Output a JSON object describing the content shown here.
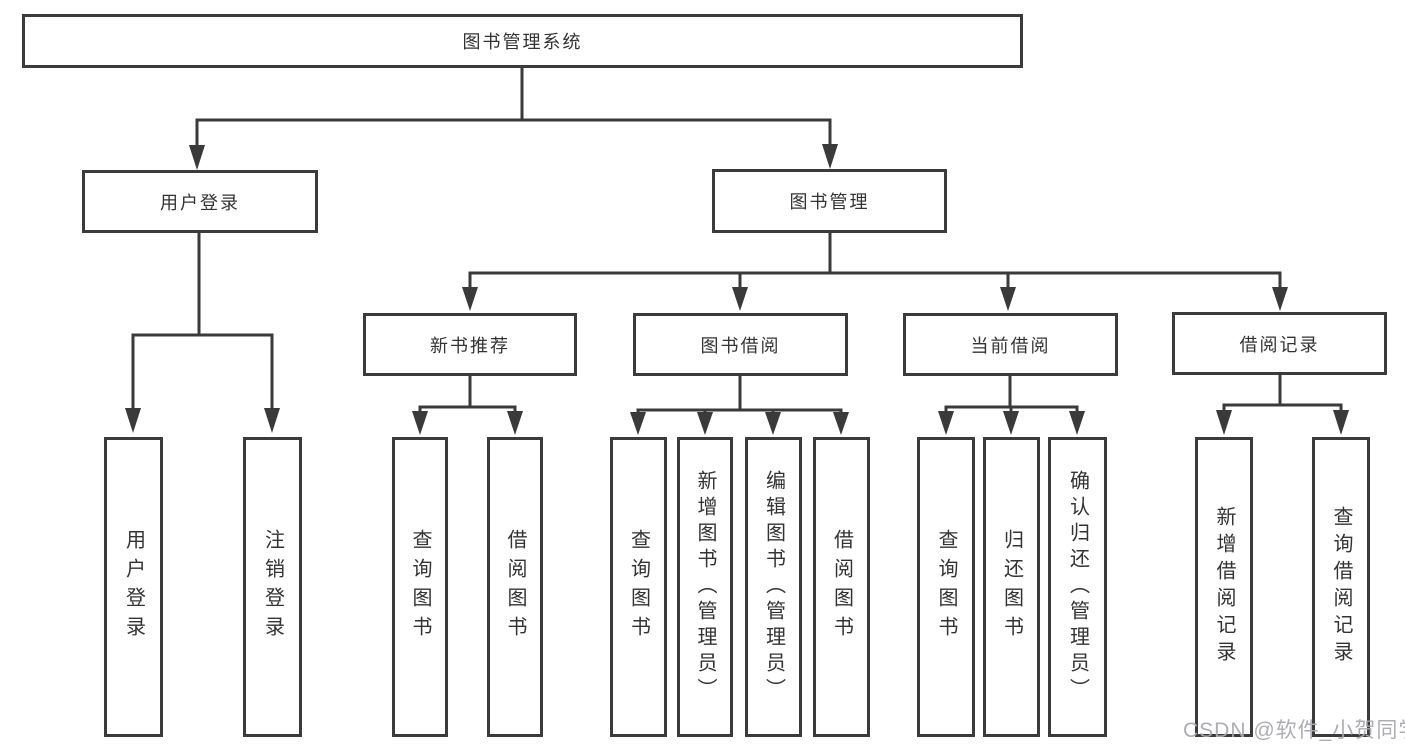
{
  "tree": {
    "label": "图书管理系统",
    "children": [
      {
        "label": "用户登录",
        "children": [
          {
            "label": "用户登录"
          },
          {
            "label": "注销登录"
          }
        ]
      },
      {
        "label": "图书管理",
        "children": [
          {
            "label": "新书推荐",
            "children": [
              {
                "label": "查询图书"
              },
              {
                "label": "借阅图书"
              }
            ]
          },
          {
            "label": "图书借阅",
            "children": [
              {
                "label": "查询图书"
              },
              {
                "label": "新增图书（管理员）"
              },
              {
                "label": "编辑图书（管理员）"
              },
              {
                "label": "借阅图书"
              }
            ]
          },
          {
            "label": "当前借阅",
            "children": [
              {
                "label": "查询图书"
              },
              {
                "label": "归还图书"
              },
              {
                "label": "确认归还（管理员）"
              }
            ]
          },
          {
            "label": "借阅记录",
            "children": [
              {
                "label": "新增借阅记录"
              },
              {
                "label": "查询借阅记录"
              }
            ]
          }
        ]
      }
    ]
  },
  "watermark": {
    "text": "CSDN @软件_小贺同学"
  },
  "colors": {
    "line": "#3a3a3a",
    "box_border": "#3b3b3b",
    "box_fill": "#ffffff",
    "text": "#333333",
    "watermark": "#a9a9b0"
  }
}
